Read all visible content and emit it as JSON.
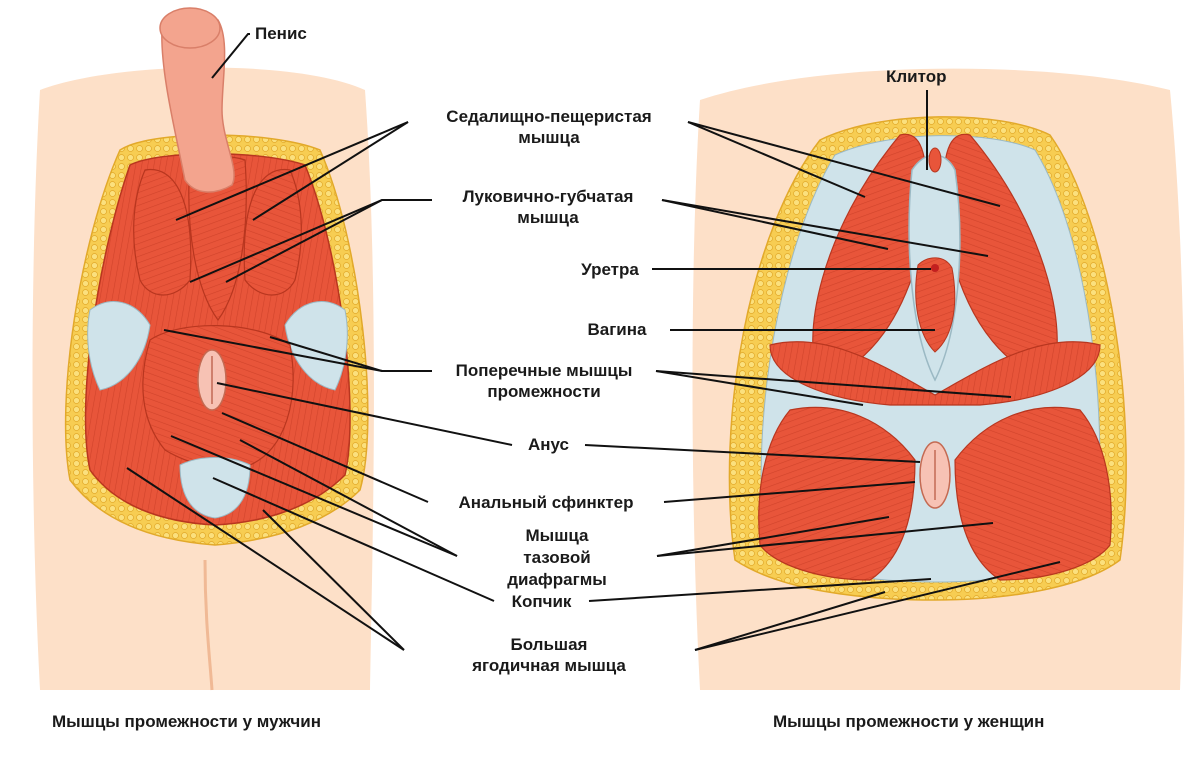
{
  "labels": {
    "penis": "Пенис",
    "clitoris": "Клитор",
    "ischiocavernosus_1": "Седалищно-пещеристая",
    "ischiocavernosus_2": "мышца",
    "bulbospongiosus_1": "Луковично-губчатая",
    "bulbospongiosus_2": "мышца",
    "urethra": "Уретра",
    "vagina": "Вагина",
    "transverse_1": "Поперечные мышцы",
    "transverse_2": "промежности",
    "anus": "Анус",
    "anal_sphincter": "Анальный сфинктер",
    "pelvic_1": "Мышца",
    "pelvic_2": "тазовой",
    "pelvic_3": "диафрагмы",
    "coccyx": "Копчик",
    "gluteus_1": "Большая",
    "gluteus_2": "ягодичная мышца"
  },
  "captions": {
    "male": "Мышцы промежности у мужчин",
    "female": "Мышцы промежности у женщин"
  },
  "colors": {
    "skin": "#fde0c8",
    "skin_shadow": "#f6c9a6",
    "fat": "#f7cd52",
    "fat_edge": "#e2a92a",
    "muscle": "#e8553a",
    "muscle_dark": "#c93d26",
    "fascia": "#cfe3ea",
    "penis": "#f3a48e",
    "leader": "#111111"
  }
}
